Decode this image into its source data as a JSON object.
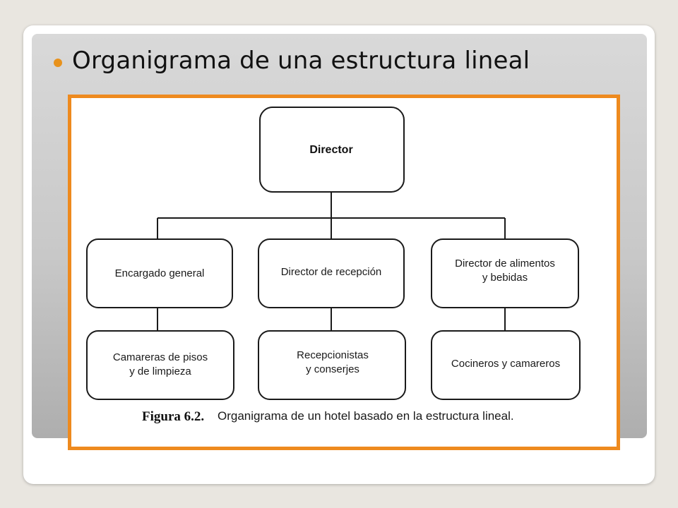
{
  "slide": {
    "title": "Organigrama de una estructura lineal",
    "accent_color": "#ee8a1e",
    "bullet_color": "#e8921c"
  },
  "org_chart": {
    "root": {
      "label": "Director"
    },
    "level2": [
      {
        "lines": [
          "Encargado general"
        ]
      },
      {
        "lines": [
          "Director de recepción"
        ]
      },
      {
        "lines": [
          "Director de alimentos",
          "y bebidas"
        ]
      }
    ],
    "level3": [
      {
        "lines": [
          "Camareras de pisos",
          "y de limpieza"
        ]
      },
      {
        "lines": [
          "Recepcionistas",
          "y conserjes"
        ]
      },
      {
        "lines": [
          "Cocineros y camareros"
        ]
      }
    ]
  },
  "caption": {
    "label": "Figura 6.2.",
    "text": "Organigrama de un hotel basado en la estructura lineal."
  }
}
